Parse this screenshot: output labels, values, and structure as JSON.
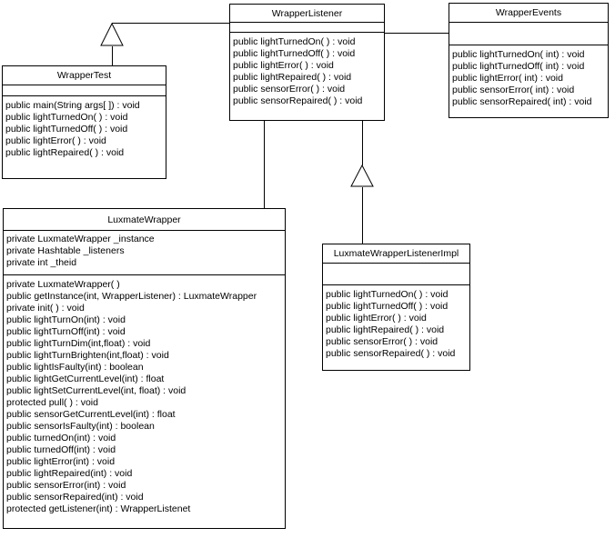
{
  "colors": {
    "background": "#ffffff",
    "line": "#000000",
    "text": "#000000",
    "box_fill": "#ffffff"
  },
  "classes": {
    "wrapper_test": {
      "name": "WrapperTest",
      "attributes": [],
      "methods": [
        "public main(String args[ ]) : void",
        "public lightTurnedOn( ) : void",
        "public lightTurnedOff( ) : void",
        "public lightError( ) : void",
        "public lightRepaired( ) : void"
      ]
    },
    "wrapper_listener": {
      "name": "WrapperListener",
      "attributes": [],
      "methods": [
        "public lightTurnedOn( ) : void",
        "public lightTurnedOff( ) : void",
        "public lightError( ) : void",
        "public lightRepaired( ) : void",
        "public sensorError( ) : void",
        "public sensorRepaired( ) : void"
      ]
    },
    "wrapper_events": {
      "name": "WrapperEvents",
      "attributes": [],
      "methods": [
        "public lightTurnedOn( int) : void",
        "public lightTurnedOff( int) : void",
        "public lightError( int) : void",
        "public sensorError( int) : void",
        "public sensorRepaired( int) : void"
      ]
    },
    "luxmate_wrapper": {
      "name": "LuxmateWrapper",
      "attributes": [
        "private LuxmateWrapper _instance",
        "private Hashtable _listeners",
        "private int _theid"
      ],
      "methods": [
        "private LuxmateWrapper( )",
        "public getInstance(int, WrapperListener) : LuxmateWrapper",
        "private init( ) : void",
        "public lightTurnOn(int) : void",
        "public lightTurnOff(int) : void",
        "public lightTurnDim(int,float) : void",
        "public lightTurnBrighten(int,float) : void",
        "public lightIsFaulty(int) : boolean",
        "public lightGetCurrentLevel(int) : float",
        "public lightSetCurrentLevel(int, float) : void",
        "protected pull( ) : void",
        "public sensorGetCurrentLevel(int) : float",
        "public sensorIsFaulty(int) : boolean",
        "public turnedOn(int) : void",
        "public turnedOff(int) : void",
        "public lightError(int) : void",
        "public lightRepaired(int) : void",
        "public sensorError(int) : void",
        "public sensorRepaired(int) : void",
        "protected getListener(int) : WrapperListenet"
      ]
    },
    "luxmate_wrapper_listener_impl": {
      "name": "LuxmateWrapperListenerImpl",
      "attributes": [],
      "methods": [
        "public lightTurnedOn( ) : void",
        "public lightTurnedOff( ) : void",
        "public lightError( ) : void",
        "public lightRepaired( ) : void",
        "public sensorError( ) : void",
        "public sensorRepaired( ) : void"
      ]
    }
  },
  "relationships": [
    {
      "type": "generalization",
      "from": "WrapperTest",
      "to": "WrapperListener"
    },
    {
      "type": "association",
      "from": "WrapperListener",
      "to": "WrapperEvents"
    },
    {
      "type": "association",
      "from": "LuxmateWrapper",
      "to": "WrapperListener"
    },
    {
      "type": "generalization",
      "from": "LuxmateWrapperListenerImpl",
      "to": "WrapperListener"
    }
  ]
}
